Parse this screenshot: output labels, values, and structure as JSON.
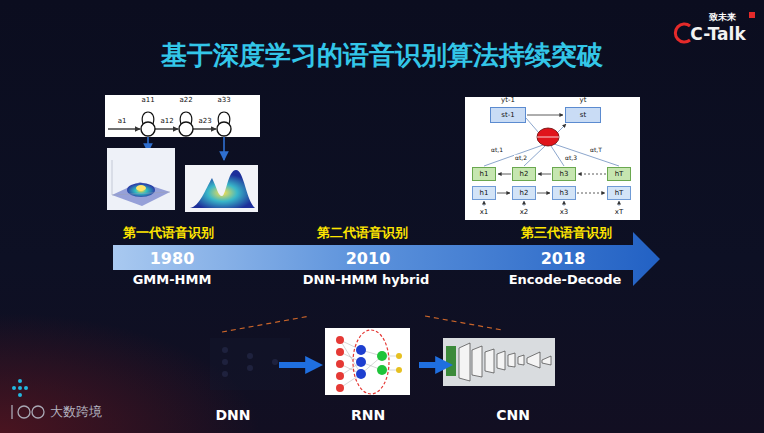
{
  "diagram": {
    "title": "基于深度学习的语音识别算法持续突破",
    "nodes": [
      {
        "text": [
          "1980",
          "2010",
          "2018"
        ]
      },
      {
        "text": [
          "st-1"
        ]
      },
      {
        "text": [
          "st"
        ]
      },
      {
        "text": [
          "h1"
        ]
      },
      {
        "text": [
          "h2"
        ]
      },
      {
        "text": [
          "h3"
        ]
      },
      {
        "text": [
          "hT"
        ]
      },
      {
        "text": [
          "h1"
        ]
      },
      {
        "text": [
          "h2"
        ]
      },
      {
        "text": [
          "h3"
        ]
      },
      {
        "text": [
          "hT"
        ]
      },
      {
        "text": [
          "DNN"
        ]
      },
      {
        "text": [
          "RNN"
        ]
      },
      {
        "text": [
          "CNN"
        ]
      }
    ],
    "edges": [
      {
        "from": 1,
        "to": 2,
        "arrow": "to"
      },
      {
        "from": 7,
        "to": 8,
        "arrow": "to"
      },
      {
        "from": 8,
        "to": 9,
        "arrow": "to"
      },
      {
        "from": 9,
        "to": 10,
        "arrow": "to"
      },
      {
        "from": 4,
        "to": 3,
        "arrow": "to"
      },
      {
        "from": 5,
        "to": 4,
        "arrow": "to"
      },
      {
        "from": 6,
        "to": 5,
        "arrow": "to"
      },
      {
        "from": 11,
        "to": 12,
        "arrow": "to"
      },
      {
        "from": 12,
        "to": 13,
        "arrow": "to"
      }
    ],
    "labels": [
      "第一代语音识别",
      "第二代语音识别",
      "第三代语音识别",
      "GMM-HMM",
      "DNN-HMM hybrid",
      "Encode-Decode",
      "a11",
      "a22",
      "a33",
      "a1",
      "a12",
      "a23",
      "yt-1",
      "yt",
      "αt,1",
      "αt,2",
      "αt,3",
      "αt,T",
      "x1",
      "x2",
      "x3",
      "xT",
      "致未来",
      "C-Talk",
      "大数跨境"
    ]
  }
}
